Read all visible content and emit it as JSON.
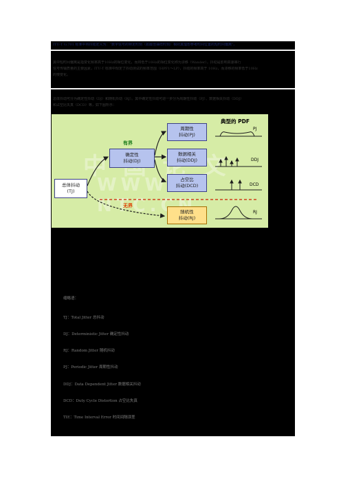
{
  "text_lines": [
    "ITU-T G.701 标准中将抖动定义为：“数字信号的特定时刻（如最佳抽样时刻）相对其理想参考时间位置的短时间偏离”。",
    "其中短时间偏离是指变化频率高于10Hz的相位变化，而将低于10Hz的相位变化称为漂移（Wander）。抖动是影响高速串行",
    "信号传输质量的主要因素，ITU-T 标准中规定了抖动测试的频率范围（HPF1～LP），抖动的频率高于 10Hz，而漂移的频率低于10Hz",
    "的慢变化。",
    "总体抖动可分为确定性抖动（DJ）和随机抖动（RJ）。其中确定性抖动可进一步分为周期性抖动（PJ）、数据相关抖动（DDJ）",
    "和占空比失真（DCD）等，如下图所示："
  ],
  "diagram": {
    "title": "典型的 PDF",
    "total_jitter": "总体抖动\n(TJ)",
    "bounded_label": "有界",
    "unbounded_label": "无界",
    "deterministic": "确定性\n抖动(DJ)",
    "periodic": "周期性\n抖动(PJ)",
    "data_dependent": "数据相关\n抖动(DDJ)",
    "duty_cycle": "占空比\n抖动(DCD)",
    "random": "随机性\n抖动(RJ)",
    "pdf_pj": "PJ",
    "pdf_ddj": "DDJ",
    "pdf_dcd": "DCD",
    "pdf_rj": "RJ",
    "watermark": "中 国   论 文",
    "watermark_url": "WWW. NTC.CN",
    "colors": {
      "background": "#d6eca6",
      "blue_box": "#b6c3ee",
      "orange_box": "#ffe08a",
      "bounded": "#1a7a1a",
      "unbounded": "#e03a00"
    }
  },
  "abbreviations_title": "缩略语：",
  "abbreviations": [
    "TJ：Total Jitter 总抖动",
    "DJ：Deterministic Jitter 确定性抖动",
    "RJ：Random Jitter 随机抖动",
    "PJ：Periodic Jitter 周期性抖动",
    "DDJ：Data Dependent Jitter 数据相关抖动",
    "DCD：Duty Cycle Distortion 占空比失真",
    "TIE：Time Interval Error 时间间隔误差"
  ]
}
